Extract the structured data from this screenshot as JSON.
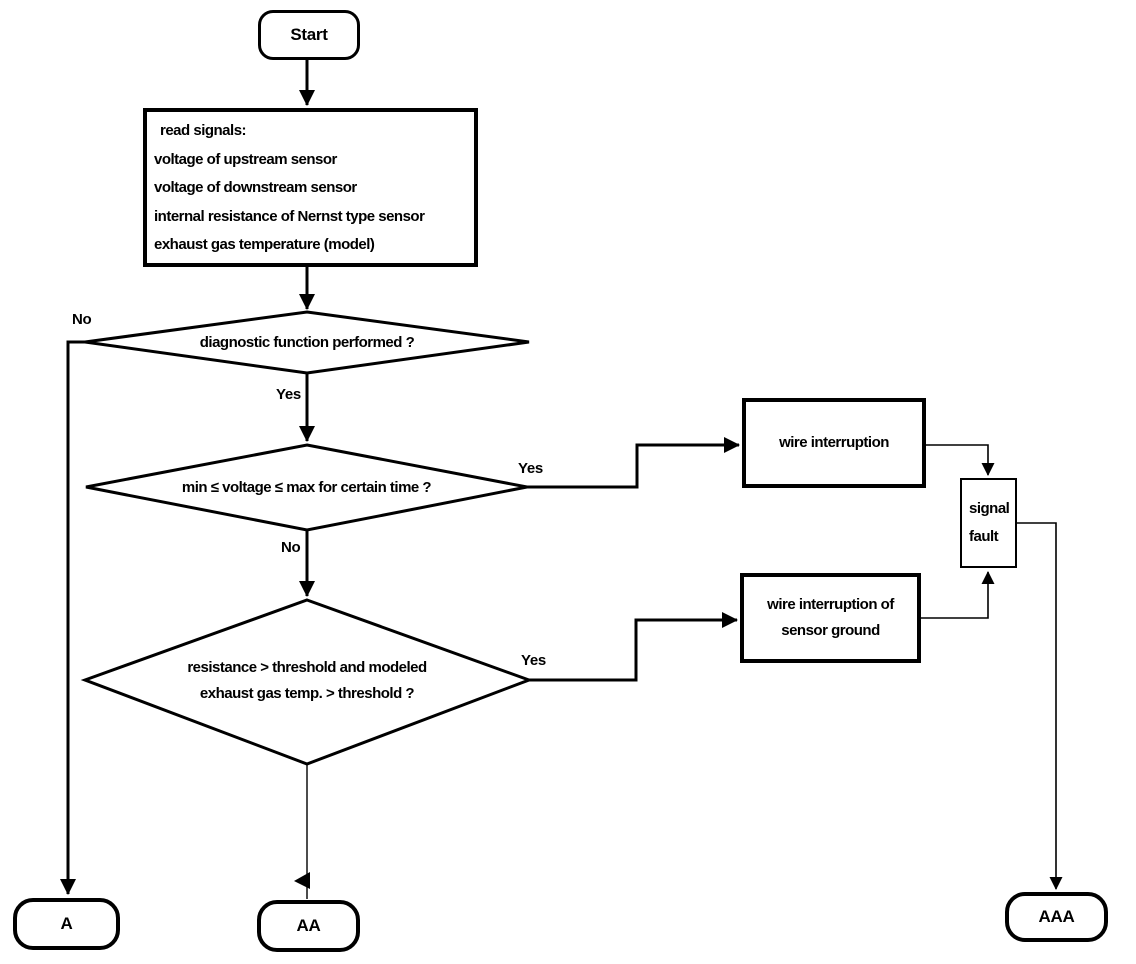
{
  "diagram_type": "flowchart",
  "colors": {
    "stroke": "#000000",
    "background": "#ffffff",
    "text": "#000000"
  },
  "nodes": {
    "start": {
      "label": "Start"
    },
    "read_signals": {
      "lines": [
        "read signals:",
        "voltage of upstream sensor",
        "voltage of downstream sensor",
        "internal resistance of Nernst type sensor",
        "exhaust gas temperature (model)"
      ]
    },
    "decision_diagnostic": {
      "label": "diagnostic function performed ?"
    },
    "decision_voltage": {
      "label": "min ≤ voltage ≤ max for certain time ?"
    },
    "decision_resistance": {
      "line1": "resistance > threshold and modeled",
      "line2": "exhaust gas temp. > threshold ?"
    },
    "wire_interruption": {
      "label": "wire interruption"
    },
    "wire_interruption_ground": {
      "line1": "wire interruption of",
      "line2": "sensor ground"
    },
    "signal_fault": {
      "line1": "signal",
      "line2": "fault"
    },
    "terminal_a": {
      "label": "A"
    },
    "terminal_aa": {
      "label": "AA"
    },
    "terminal_aaa": {
      "label": "AAA"
    }
  },
  "edge_labels": {
    "diagnostic_no": "No",
    "diagnostic_yes": "Yes",
    "voltage_yes": "Yes",
    "voltage_no": "No",
    "resistance_yes": "Yes"
  }
}
